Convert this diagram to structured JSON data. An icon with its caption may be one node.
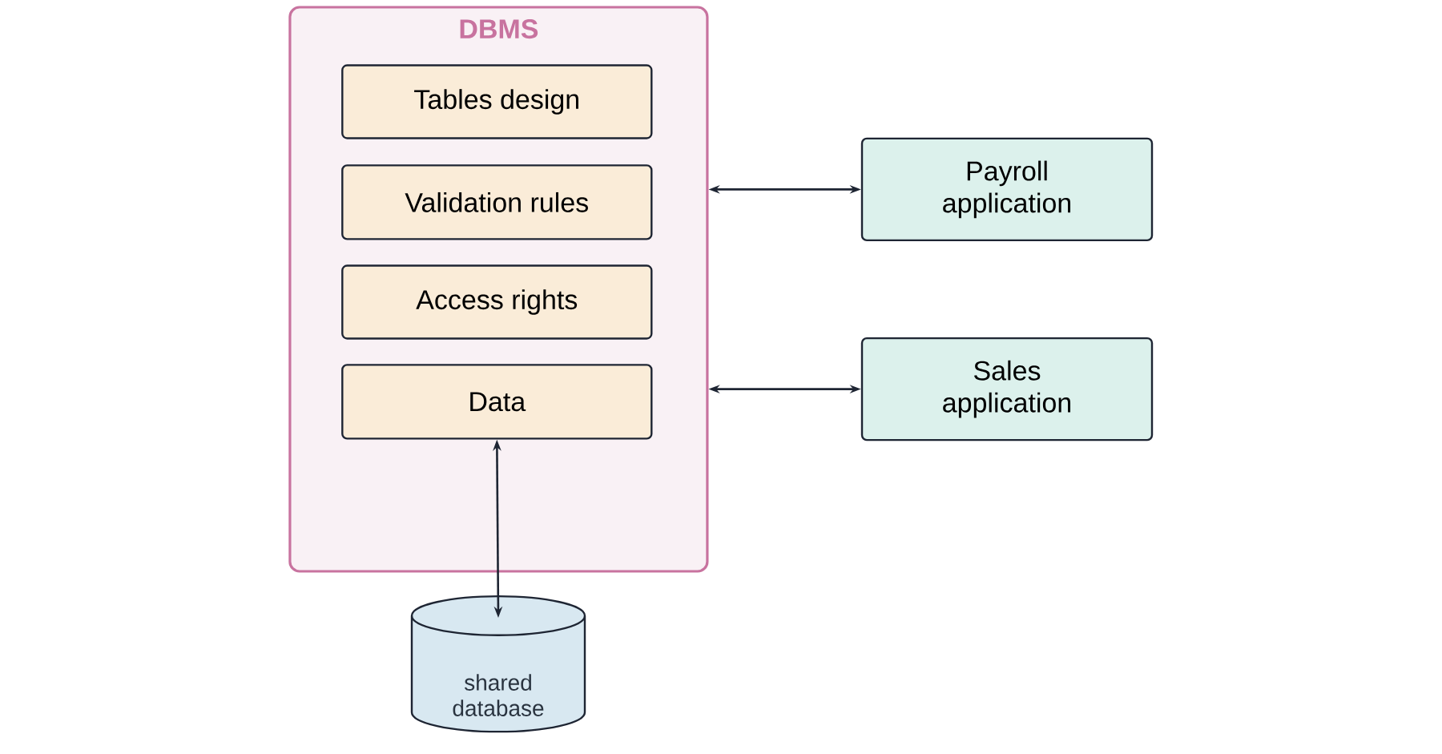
{
  "diagram": {
    "nodes": [
      {
        "text": [
          "DBMS"
        ]
      },
      {
        "text": [
          "Tables design"
        ],
        "in": 0
      },
      {
        "text": [
          "Validation rules"
        ],
        "in": 0
      },
      {
        "text": [
          "Access rights"
        ],
        "in": 0
      },
      {
        "text": [
          "Data"
        ],
        "in": 0
      },
      {
        "text": [
          "Payroll application"
        ]
      },
      {
        "text": [
          "Sales application"
        ]
      },
      {
        "text": [
          "shared database"
        ]
      }
    ],
    "edges": [
      {
        "from": 0,
        "to": 5,
        "arrow": "both"
      },
      {
        "from": 0,
        "to": 6,
        "arrow": "both"
      },
      {
        "from": 4,
        "to": 7,
        "arrow": "both"
      }
    ]
  }
}
